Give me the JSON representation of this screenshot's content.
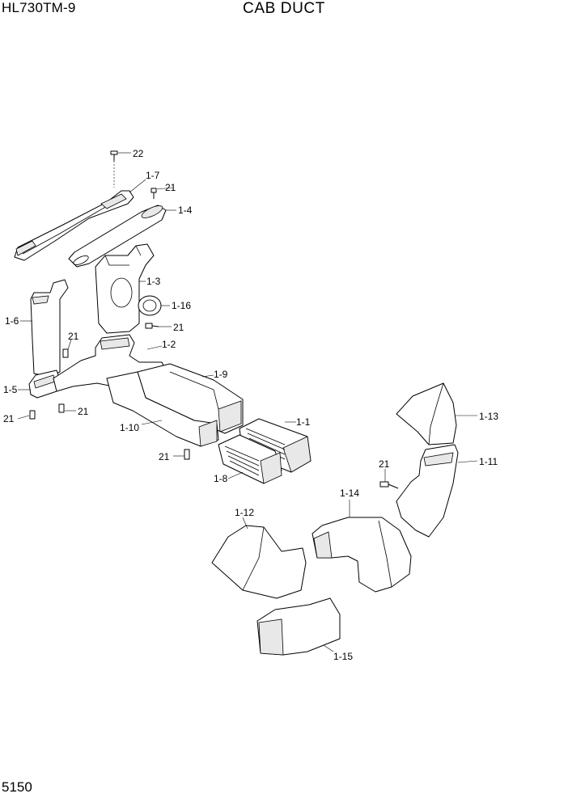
{
  "header": {
    "model": "HL730TM-9",
    "title": "CAB DUCT"
  },
  "footer": {
    "page_number": "5150"
  },
  "callouts": {
    "c22": "22",
    "c1_7": "1-7",
    "c21_top": "21",
    "c1_4": "1-4",
    "c1_3": "1-3",
    "c1_16": "1-16",
    "c21_mid": "21",
    "c1_6": "1-6",
    "c21_left": "21",
    "c1_2": "1-2",
    "c1_9": "1-9",
    "c1_5": "1-5",
    "c21_bl1": "21",
    "c21_bl2": "21",
    "c1_10": "1-10",
    "c1_1": "1-1",
    "c21_bot": "21",
    "c1_8": "1-8",
    "c1_13": "1-13",
    "c1_11": "1-11",
    "c21_right": "21",
    "c1_14": "1-14",
    "c1_12": "1-12",
    "c1_15": "1-15"
  }
}
